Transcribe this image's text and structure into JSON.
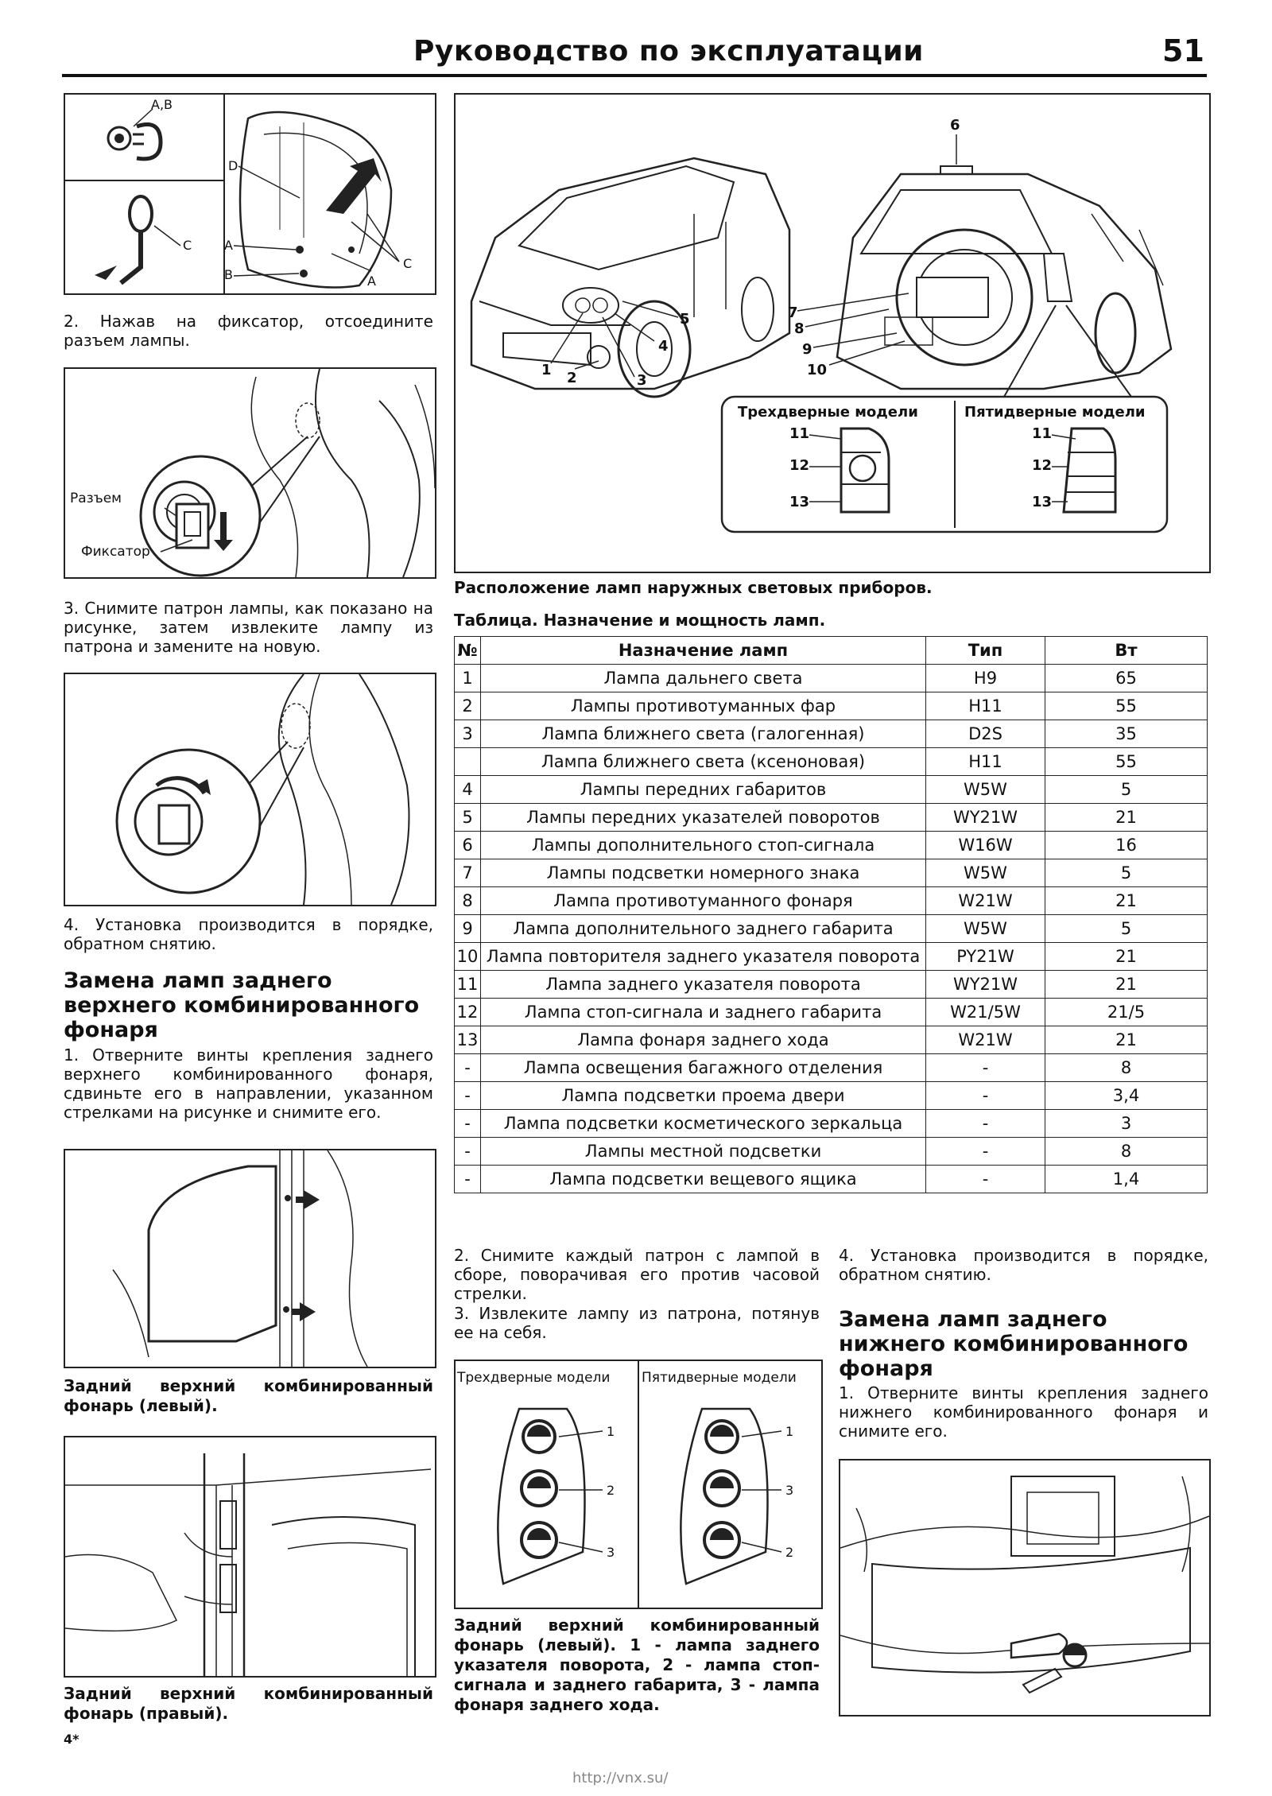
{
  "header": {
    "title": "Руководство по эксплуатации",
    "page": "51"
  },
  "left": {
    "fig1_labels": [
      "A,B",
      "D",
      "A",
      "B",
      "C",
      "A",
      "C"
    ],
    "step2": "2. Нажав на фиксатор, отсоедините разъем лампы.",
    "fig2_labels": {
      "connector": "Разъем",
      "latch": "Фиксатор"
    },
    "step3": "3. Снимите патрон лампы, как показано на рисунке, затем извлеките лампу из патрона и замените на новую.",
    "step4": "4. Установка производится в порядке, обратном снятию.",
    "heading_upper": "Замена ламп заднего верхнего комбинированного фонаря",
    "upper_step1": "1. Отверните винты крепления заднего верхнего комбинированного фонаря, сдвиньте его в направлении, указанном стрелками на рисунке и снимите его.",
    "caption_left": "Задний верхний комбинированный фонарь (левый).",
    "caption_right": "Задний верхний комбинированный фонарь (правый).",
    "page_mark": "4*"
  },
  "right": {
    "car_labels": [
      "6",
      "7",
      "8",
      "9",
      "10",
      "5",
      "4",
      "3",
      "1",
      "2"
    ],
    "inset": {
      "three_door": "Трехдверные модели",
      "five_door": "Пятидверные модели",
      "nums": [
        "11",
        "12",
        "13"
      ]
    },
    "caption_location": "Расположение ламп наружных световых приборов.",
    "table_title": "Таблица. Назначение и мощность ламп.",
    "table": {
      "headers": [
        "№",
        "Назначение ламп",
        "Тип",
        "Вт"
      ],
      "rows": [
        [
          "1",
          "Лампа дальнего света",
          "H9",
          "65"
        ],
        [
          "2",
          "Лампы противотуманных фар",
          "H11",
          "55"
        ],
        [
          "3",
          "Лампа ближнего света (галогенная)",
          "D2S",
          "35"
        ],
        [
          "",
          "Лампа ближнего света (ксеноновая)",
          "H11",
          "55"
        ],
        [
          "4",
          "Лампы передних габаритов",
          "W5W",
          "5"
        ],
        [
          "5",
          "Лампы передних указателей поворотов",
          "WY21W",
          "21"
        ],
        [
          "6",
          "Лампы дополнительного стоп-сигнала",
          "W16W",
          "16"
        ],
        [
          "7",
          "Лампы подсветки номерного знака",
          "W5W",
          "5"
        ],
        [
          "8",
          "Лампа противотуманного фонаря",
          "W21W",
          "21"
        ],
        [
          "9",
          "Лампа дополнительного заднего габарита",
          "W5W",
          "5"
        ],
        [
          "10",
          "Лампа повторителя заднего указателя поворота",
          "PY21W",
          "21"
        ],
        [
          "11",
          "Лампа заднего указателя поворота",
          "WY21W",
          "21"
        ],
        [
          "12",
          "Лампа стоп-сигнала и заднего габарита",
          "W21/5W",
          "21/5"
        ],
        [
          "13",
          "Лампа фонаря заднего хода",
          "W21W",
          "21"
        ],
        [
          "-",
          "Лампа освещения багажного отделения",
          "-",
          "8"
        ],
        [
          "-",
          "Лампа подсветки проема двери",
          "-",
          "3,4"
        ],
        [
          "-",
          "Лампа подсветки косметического зеркальца",
          "-",
          "3"
        ],
        [
          "-",
          "Лампы местной подсветки",
          "-",
          "8"
        ],
        [
          "-",
          "Лампа подсветки вещевого ящика",
          "-",
          "1,4"
        ]
      ]
    },
    "mid_step2": "2. Снимите каждый патрон с лампой в сборе, поворачивая его против часовой стрелки.",
    "mid_step3": "3. Извлеките лампу из патрона, потянув ее на себя.",
    "mid_fig": {
      "three_door": "Трехдверные модели",
      "five_door": "Пятидверные модели",
      "left_nums": [
        "1",
        "2",
        "3"
      ],
      "right_nums": [
        "1",
        "3",
        "2"
      ]
    },
    "mid_caption": "Задний верхний комбинированный фонарь (левый). 1 - лампа заднего указателя поворота, 2 - лампа стоп-сигнала и заднего габарита, 3 - лампа фонаря заднего хода.",
    "r_step4": "4. Установка производится в порядке, обратном снятию.",
    "heading_lower": "Замена ламп заднего нижнего комбинированного фонаря",
    "lower_step1": "1. Отверните винты крепления заднего нижнего комбинированного фонаря и снимите его."
  },
  "footer": {
    "url": "http://vnx.su/"
  }
}
